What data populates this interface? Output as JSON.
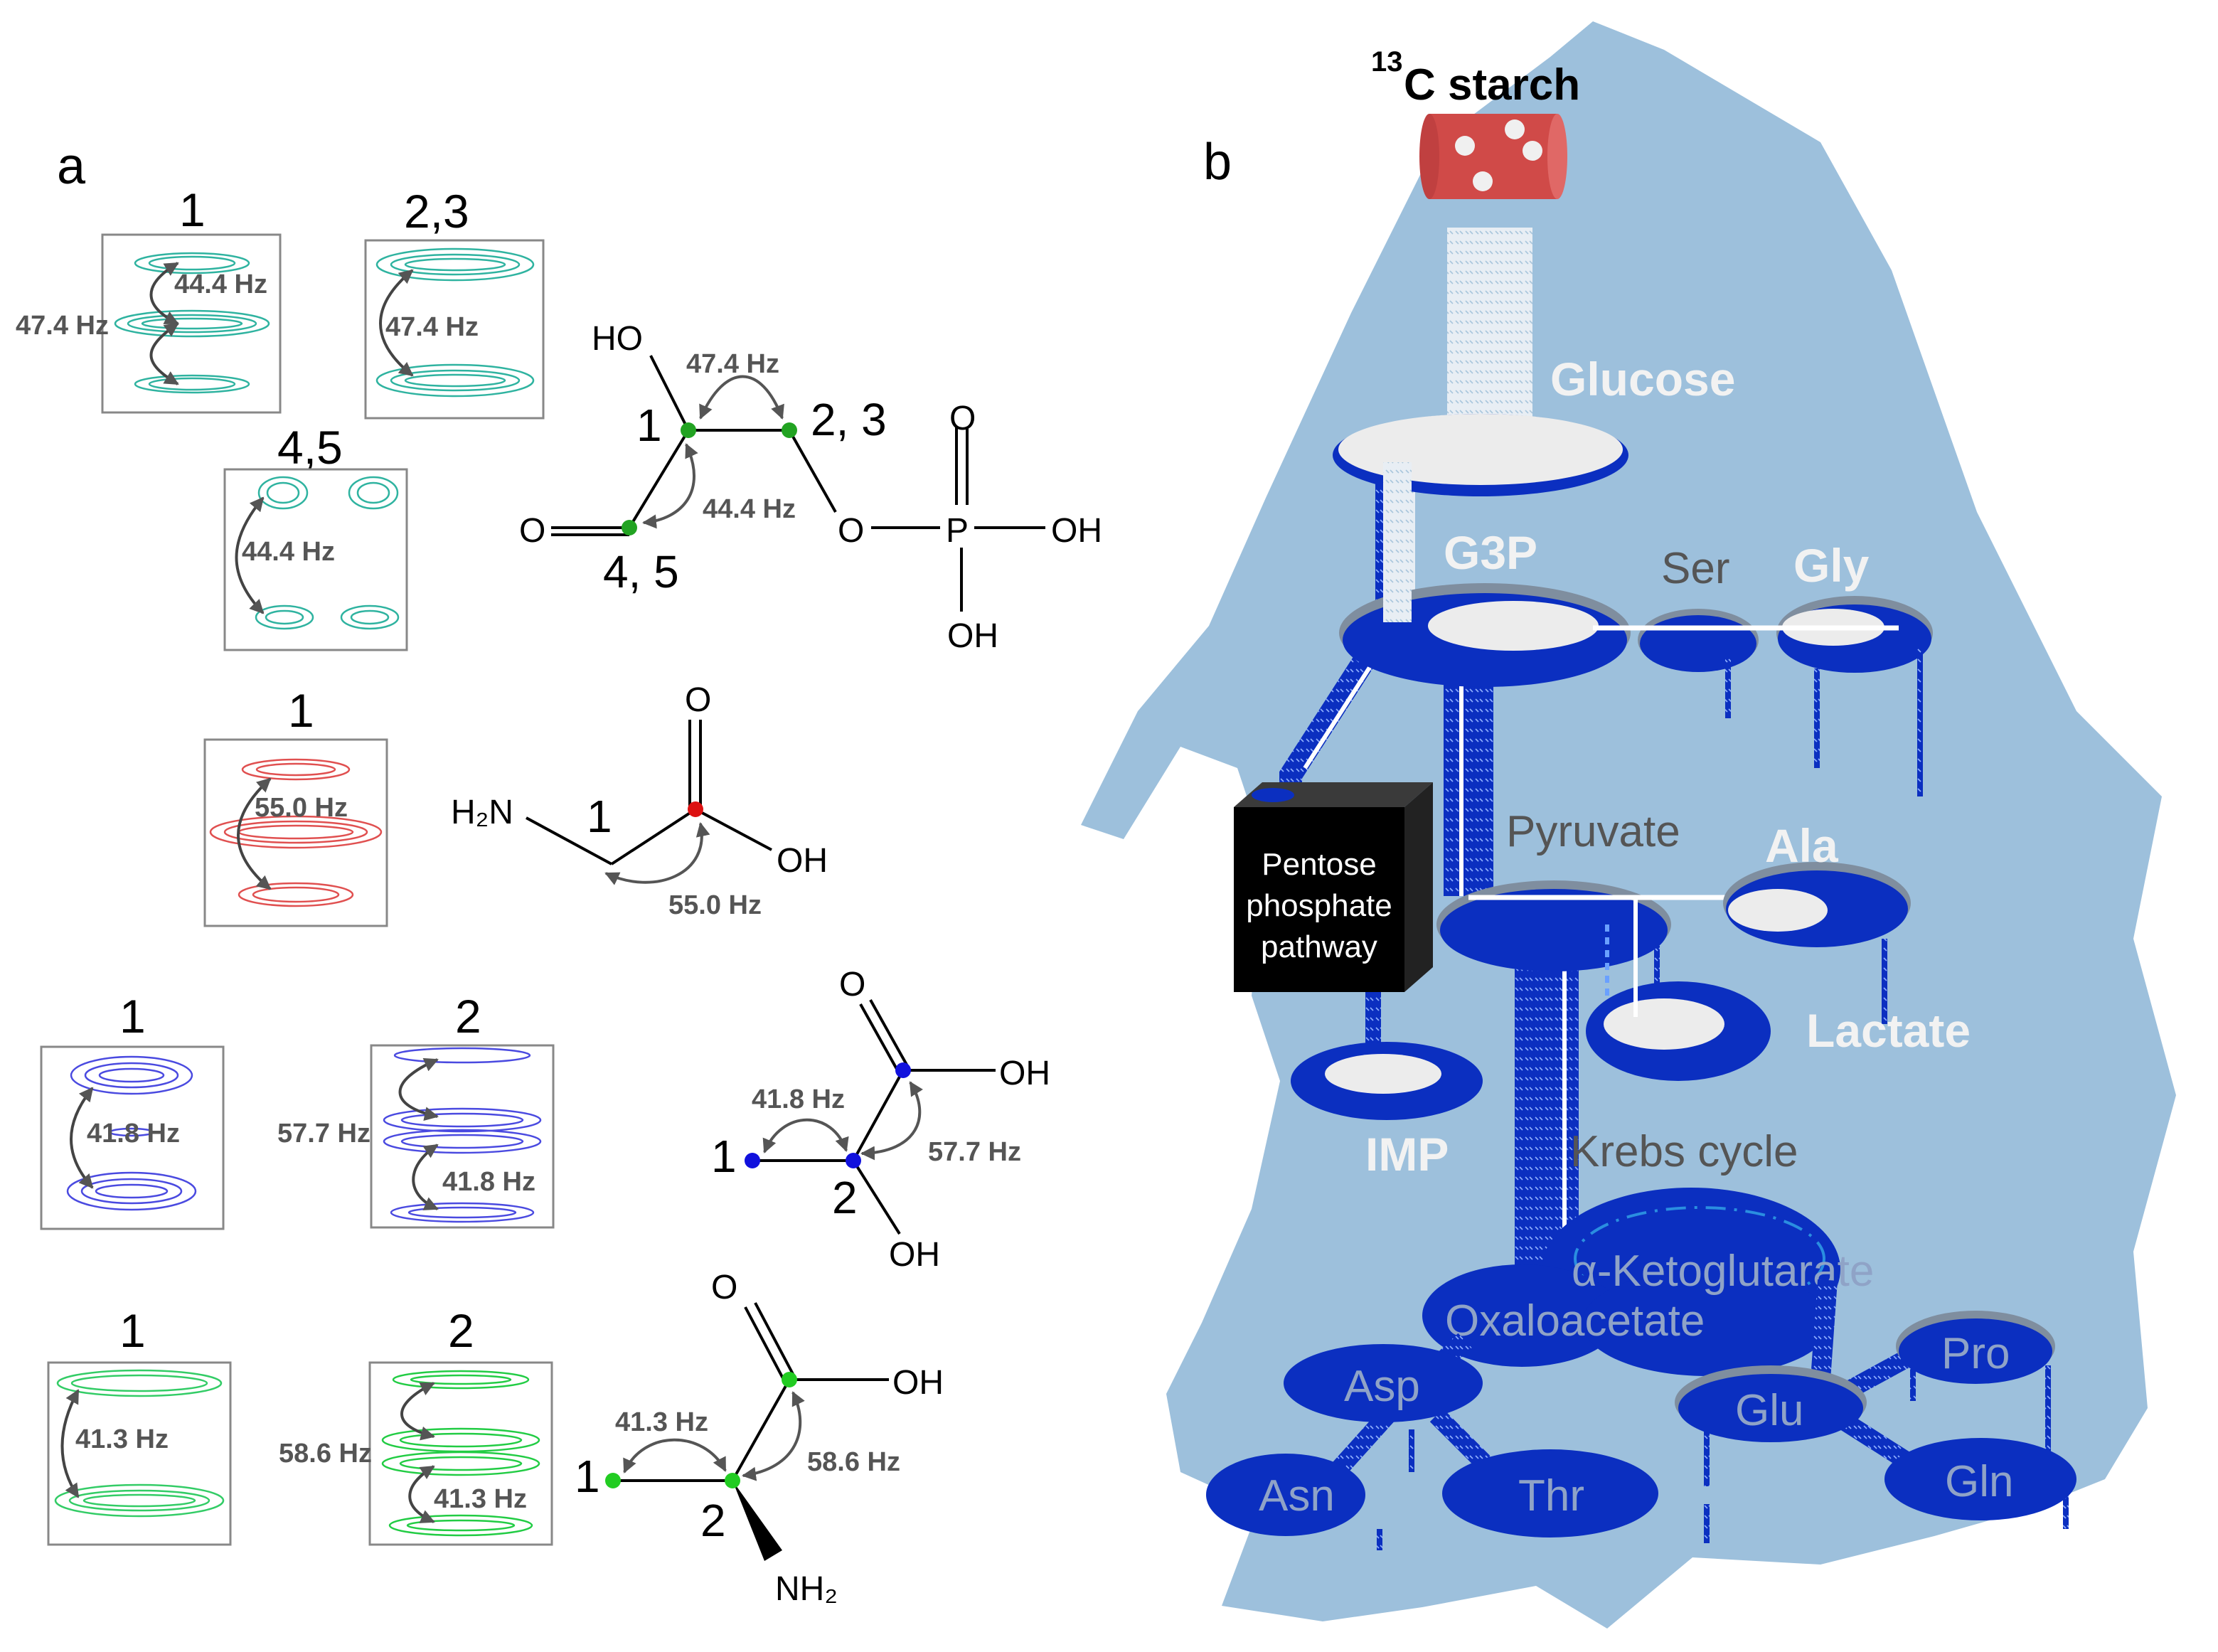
{
  "panel_a": {
    "label": "a",
    "g3p": {
      "spectra_labels": [
        "1",
        "2,3",
        "4,5"
      ],
      "hz_47_4": "47.4 Hz",
      "hz_44_4": "44.4 Hz",
      "atoms": {
        "ho": "HO",
        "o_ketone": "O",
        "o_ester": "O",
        "p": "P",
        "oh_right": "OH",
        "oh_bottom": "OH",
        "o_top": "O"
      },
      "carbon_labels": {
        "c1": "1",
        "c23": "2, 3",
        "c45": "4, 5"
      },
      "color": "#2fb3a0"
    },
    "gly": {
      "spectrum_label": "1",
      "hz": "55.0 Hz",
      "atoms": {
        "h2n": "H₂N",
        "o": "O",
        "oh": "OH"
      },
      "carbon_label": "1",
      "color": "#e05050"
    },
    "lactate": {
      "spectra_labels": [
        "1",
        "2"
      ],
      "hz_41_8": "41.8 Hz",
      "hz_57_7": "57.7 Hz",
      "atoms": {
        "o": "O",
        "oh_right": "OH",
        "oh_bottom": "OH"
      },
      "carbon_labels": {
        "c1": "1",
        "c2": "2"
      },
      "color": "#3a3ad0"
    },
    "ala": {
      "spectra_labels": [
        "1",
        "2"
      ],
      "hz_41_3": "41.3 Hz",
      "hz_58_6": "58.6 Hz",
      "atoms": {
        "o": "O",
        "oh": "OH",
        "nh2": "NH₂"
      },
      "carbon_labels": {
        "c1": "1",
        "c2": "2"
      },
      "color": "#22cc44"
    }
  },
  "panel_b": {
    "label": "b",
    "source_sup": "13",
    "source": "C starch",
    "nodes": {
      "glucose": "Glucose",
      "g3p": "G3P",
      "ser": "Ser",
      "gly": "Gly",
      "pyruvate": "Pyruvate",
      "ala": "Ala",
      "lactate": "Lactate",
      "ppp": [
        "Pentose",
        "phosphate",
        "pathway"
      ],
      "imp": "IMP",
      "krebs": "Krebs cycle",
      "akg": "α-Ketoglutarate",
      "oaa": "Oxaloacetate",
      "asp": "Asp",
      "asn": "Asn",
      "thr": "Thr",
      "glu": "Glu",
      "pro": "Pro",
      "gln": "Gln"
    },
    "colors": {
      "background": "#9dc0dc",
      "pool": "#0b2fc0",
      "pool_inner": "#ececec"
    }
  }
}
